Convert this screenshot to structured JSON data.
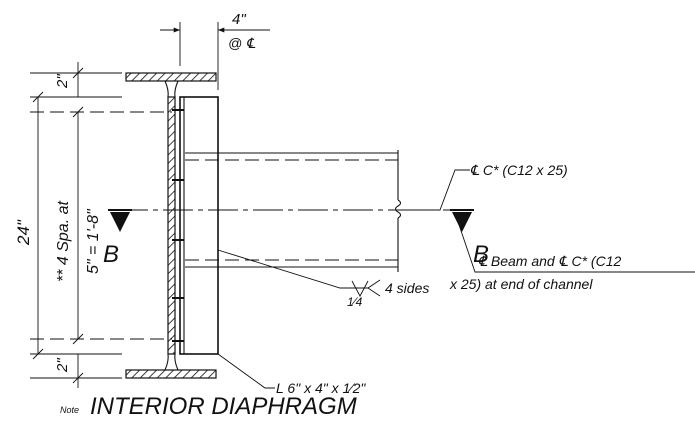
{
  "title": "INTERIOR DIAPHRAGM",
  "note_label": "Note",
  "dimensions": {
    "top_spacing": "4\"",
    "top_spacing_ref": "@ ℄",
    "overall_depth": "24\"",
    "top_flange_edge": "2\"",
    "bottom_flange_edge": "2\"",
    "bolt_spacing_line1": "** 4 Spa. at",
    "bolt_spacing_line2": "5\" = 1'-8\""
  },
  "callouts": {
    "channel": "℄ C* (C12 x 25)",
    "beam_line1": "℄ Beam and ℄ C* (C12",
    "beam_line2": "x 25) at end of channel",
    "weld_size": "1⁄4",
    "weld_sides": "4 sides",
    "angle": "L 6\" x 4\" x 1⁄2\""
  },
  "section_marks": {
    "left": "B",
    "right": "B"
  },
  "colors": {
    "ink": "#111111",
    "paper": "#ffffff"
  }
}
